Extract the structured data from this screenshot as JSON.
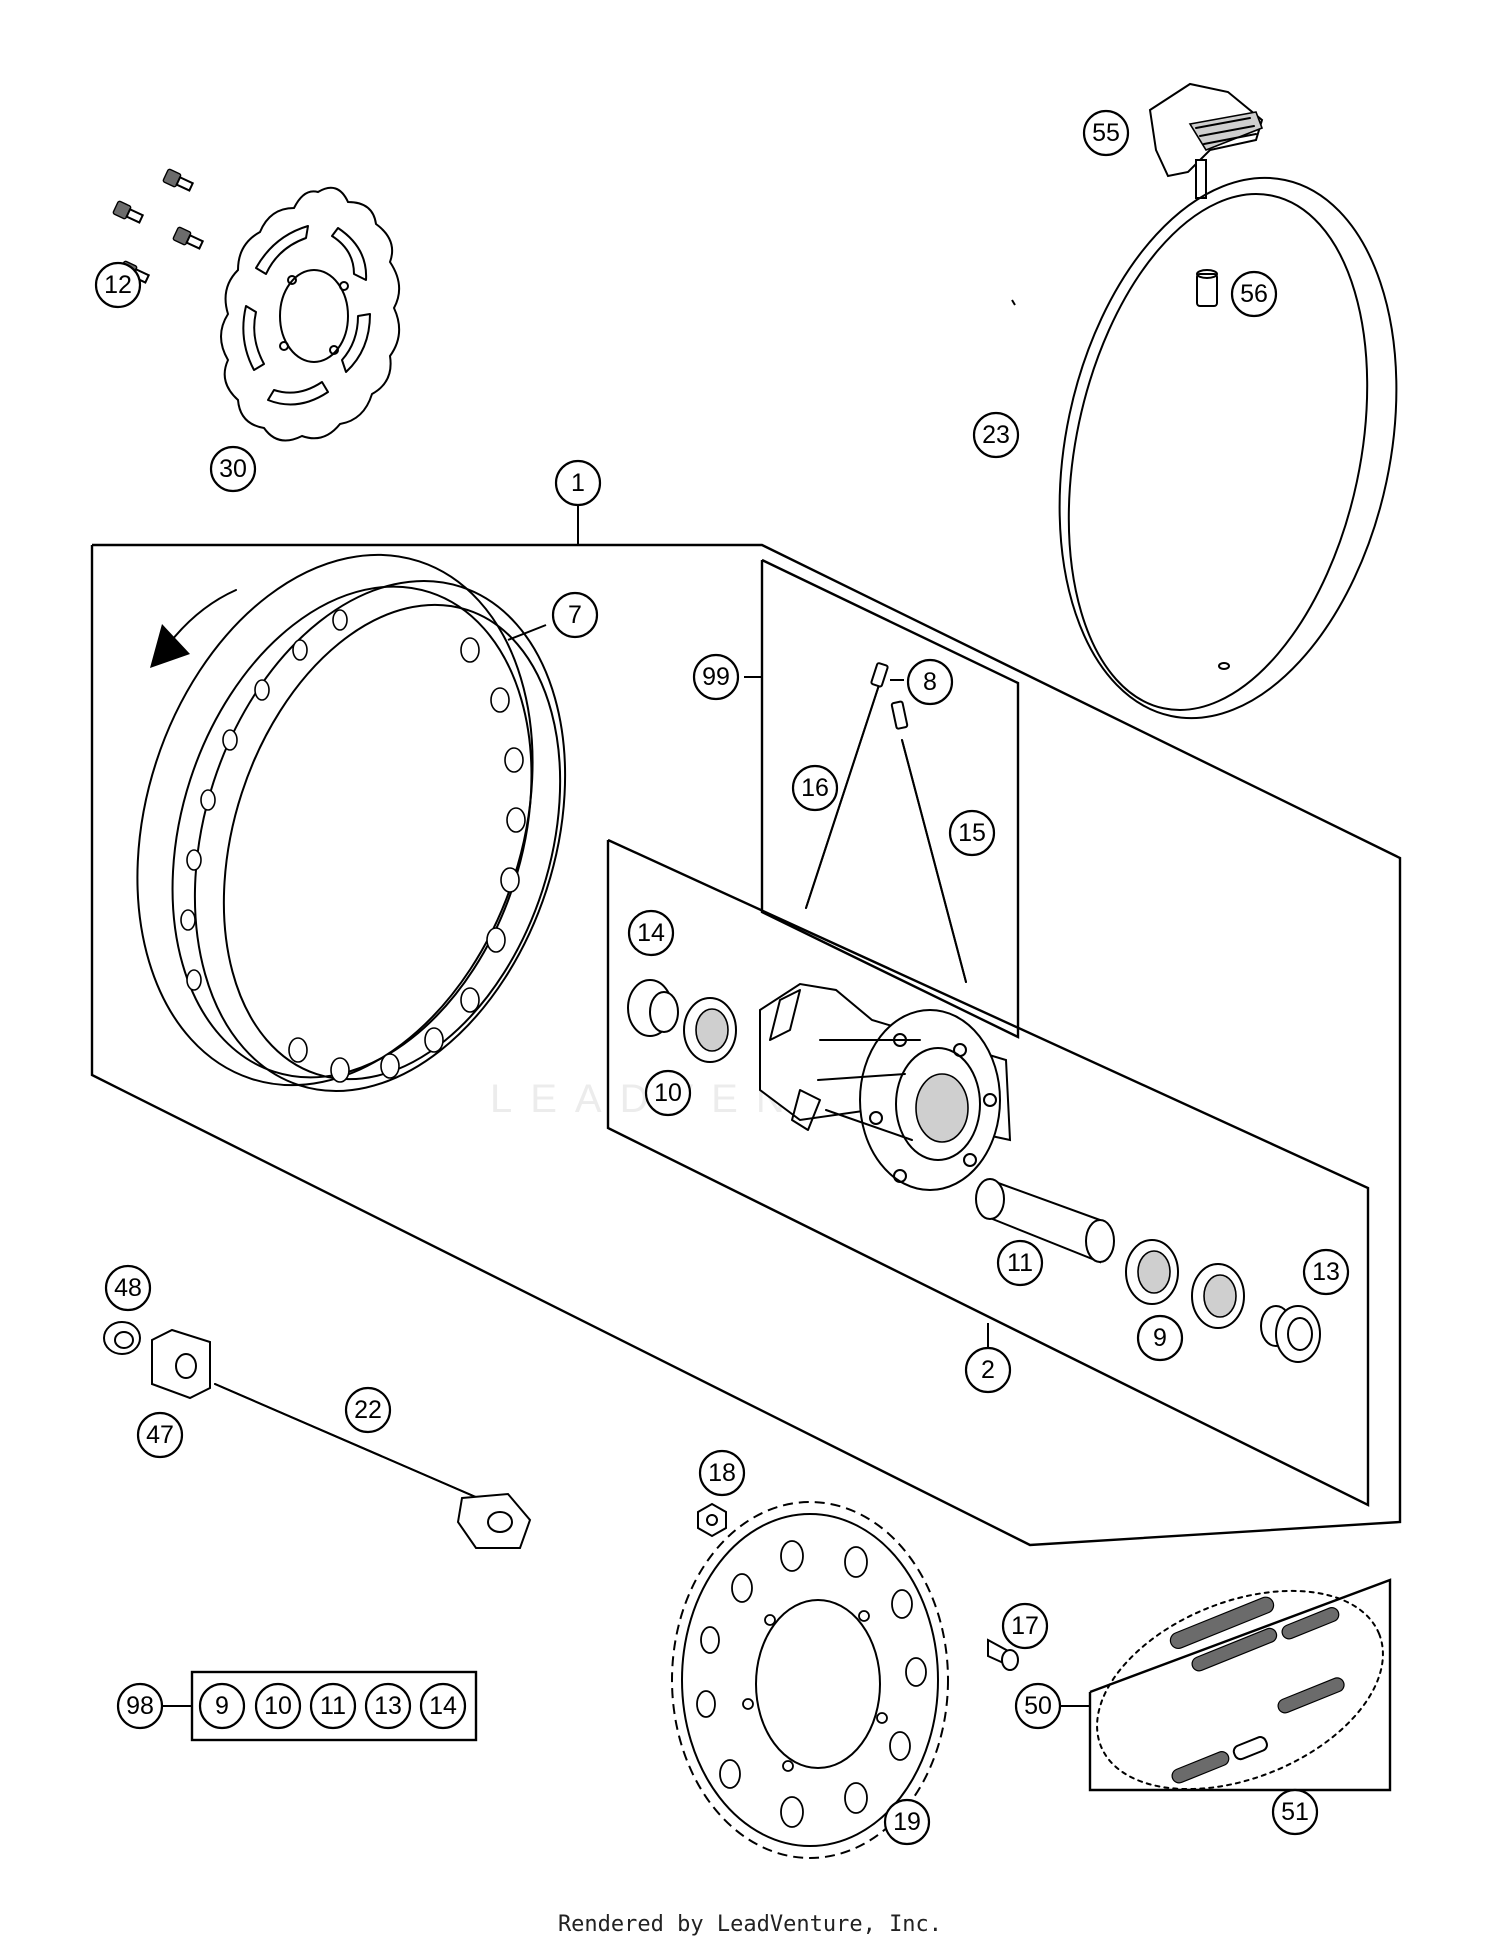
{
  "watermark": "LEADVENTURE",
  "footer": "Rendered by LeadVenture, Inc.",
  "callouts": {
    "c1": "1",
    "c2": "2",
    "c7": "7",
    "c8": "8",
    "c9": "9",
    "c10": "10",
    "c11": "11",
    "c12": "12",
    "c13": "13",
    "c14": "14",
    "c15": "15",
    "c16": "16",
    "c17": "17",
    "c18": "18",
    "c19": "19",
    "c22": "22",
    "c23": "23",
    "c30": "30",
    "c47": "47",
    "c48": "48",
    "c50": "50",
    "c51": "51",
    "c55": "55",
    "c56": "56",
    "c98": "98",
    "c99": "99"
  },
  "kit98": [
    "9",
    "10",
    "11",
    "13",
    "14"
  ]
}
